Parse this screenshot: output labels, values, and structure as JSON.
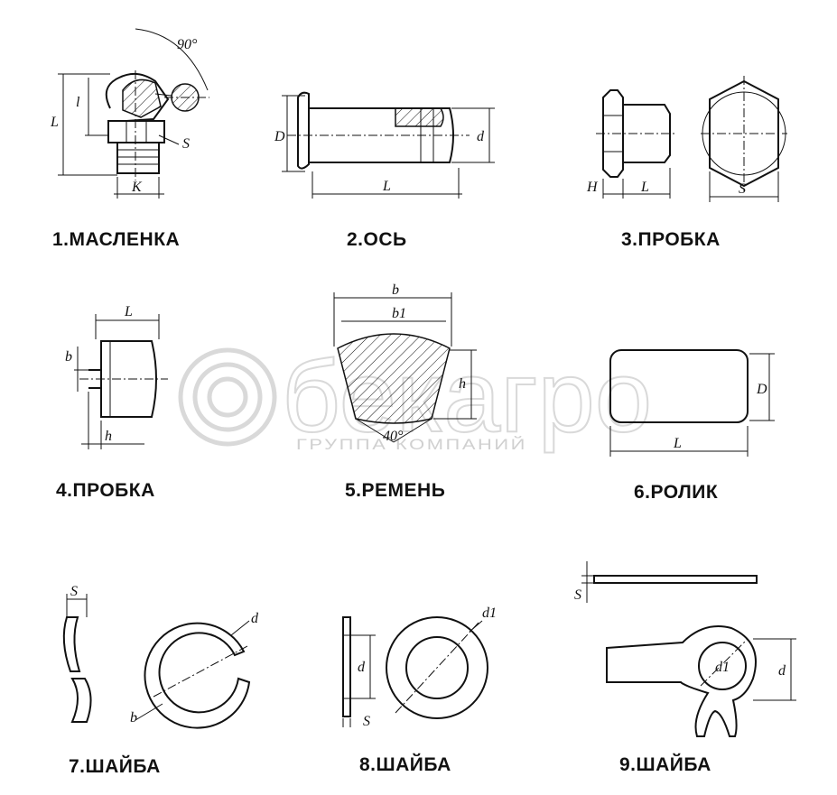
{
  "watermark": {
    "brand": "бекагро",
    "subtitle": "ГРУППА КОМПАНИЙ"
  },
  "parts": [
    {
      "caption": "1.МАСЛЕНКА",
      "dims": [
        "L",
        "l",
        "S",
        "K",
        "90°"
      ]
    },
    {
      "caption": "2.ОСЬ",
      "dims": [
        "D",
        "d",
        "L"
      ]
    },
    {
      "caption": "3.ПРОБКА",
      "dims": [
        "H",
        "L",
        "S"
      ]
    },
    {
      "caption": "4.ПРОБКА",
      "dims": [
        "L",
        "b",
        "h"
      ]
    },
    {
      "caption": "5.РЕМЕНЬ",
      "dims": [
        "b",
        "b1",
        "h",
        "40°"
      ]
    },
    {
      "caption": "6.РОЛИК",
      "dims": [
        "D",
        "L"
      ]
    },
    {
      "caption": "7.ШАЙБА",
      "dims": [
        "S",
        "d",
        "b"
      ]
    },
    {
      "caption": "8.ШАЙБА",
      "dims": [
        "d1",
        "d",
        "S"
      ]
    },
    {
      "caption": "9.ШАЙБА",
      "dims": [
        "S",
        "d1",
        "d"
      ]
    }
  ]
}
